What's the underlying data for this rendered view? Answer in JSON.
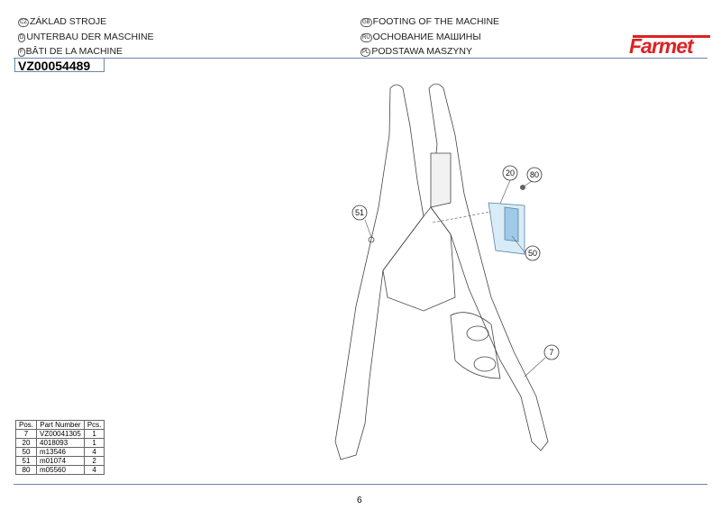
{
  "titles": {
    "cz": {
      "code": "CZ",
      "text": "ZÁKLAD STROJE"
    },
    "d": {
      "code": "D",
      "text": "UNTERBAU DER MASCHINE"
    },
    "f": {
      "code": "F",
      "text": "BÂTI DE LA MACHINE"
    },
    "gb": {
      "code": "GB",
      "text": "FOOTING OF THE MACHINE"
    },
    "ru": {
      "code": "RU",
      "text": "ОСНОВАНИЕ МАШИНЫ"
    },
    "pl": {
      "code": "PL",
      "text": "PODSTAWA MASZYNY"
    }
  },
  "assembly_code": "VZ00054489",
  "logo": "Farmet",
  "callouts": {
    "c7": "7",
    "c20": "20",
    "c50": "50",
    "c51": "51",
    "c80": "80"
  },
  "parts_table": {
    "headers": [
      "Pos.",
      "Part Number",
      "Pcs."
    ],
    "rows": [
      [
        "7",
        "VZ00041305",
        "1"
      ],
      [
        "20",
        "4018093",
        "1"
      ],
      [
        "50",
        "m13546",
        "4"
      ],
      [
        "51",
        "m01074",
        "2"
      ],
      [
        "80",
        "m05560",
        "4"
      ]
    ]
  },
  "page_number": "6"
}
